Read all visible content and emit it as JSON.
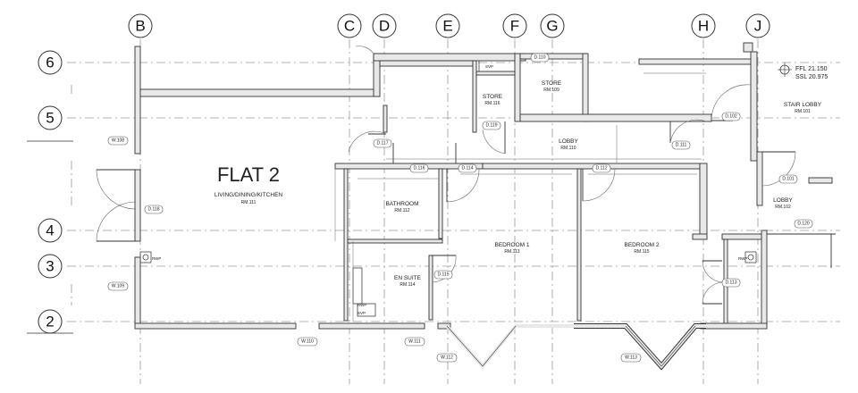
{
  "grid": {
    "columns": [
      "B",
      "C",
      "D",
      "E",
      "F",
      "G",
      "H",
      "J"
    ],
    "rows": [
      "6",
      "5",
      "4",
      "3",
      "2"
    ]
  },
  "flat": {
    "title": "FLAT 2",
    "subtitle": "LIVING/DINING/KITCHEN",
    "room_number": "RM.111"
  },
  "rooms": [
    {
      "name": "STORE",
      "number": "RM.109"
    },
    {
      "name": "STORE",
      "number": "RM.116"
    },
    {
      "name": "LOBBY",
      "number": "RM.110"
    },
    {
      "name": "STAIR LOBBY",
      "number": "RM.101"
    },
    {
      "name": "LOBBY",
      "number": "RM.102"
    },
    {
      "name": "BATHROOM",
      "number": "RM.112"
    },
    {
      "name": "BEDROOM 1",
      "number": "RM.113"
    },
    {
      "name": "BEDROOM 2",
      "number": "RM.115"
    },
    {
      "name": "EN SUITE",
      "number": "RM.114"
    }
  ],
  "levels": {
    "ffl": "FFL 21.150",
    "ssl": "SSL 20.975"
  },
  "doors": [
    "D.110",
    "D.117",
    "D.119",
    "D.116",
    "D.114",
    "D.112",
    "D.111",
    "D.102",
    "D.101",
    "D.120",
    "D.118",
    "D.115",
    "D.113"
  ],
  "windows": [
    "W.108",
    "W.109",
    "W.110",
    "W.111",
    "W.112",
    "W.113"
  ],
  "annotations": {
    "svp": "SVP",
    "rwp": "RWP"
  }
}
